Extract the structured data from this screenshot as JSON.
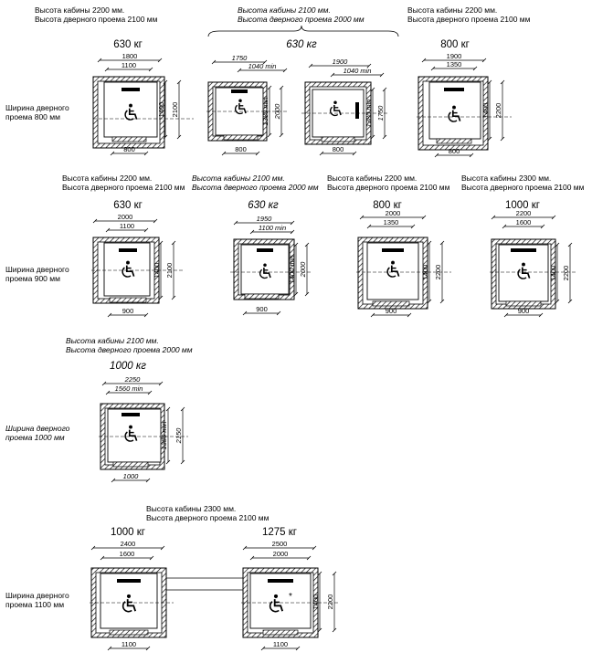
{
  "headers": {
    "r1_left": [
      "Высота кабины 2200 мм.",
      "Высота дверного проема 2100 мм"
    ],
    "r1_mid": [
      "Высота кабины 2100 мм.",
      "Высота дверного проема 2000 мм"
    ],
    "r1_right": [
      "Высота кабины 2200 мм.",
      "Высота дверного проема 2100 мм"
    ],
    "r2_a": [
      "Высота кабины 2200 мм.",
      "Высота дверного проема 2100 мм"
    ],
    "r2_b": [
      "Высота кабины 2100 мм.",
      "Высота дверного проема 2000 мм"
    ],
    "r2_c": [
      "Высота кабины 2200 мм.",
      "Высота дверного проема 2100 мм"
    ],
    "r2_d": [
      "Высота кабины 2300 мм.",
      "Высота дверного проема 2100 мм"
    ],
    "r3": [
      "Высота кабины 2100 мм.",
      "Высота дверного проема 2000 мм"
    ],
    "r4": [
      "Высота кабины 2300 мм.",
      "Высота дверного проема 2100 мм"
    ]
  },
  "row_labels": {
    "r1": [
      "Ширина дверного",
      "проема 800 мм"
    ],
    "r2": [
      "Ширина дверного",
      "проема 900 мм"
    ],
    "r3": [
      "Ширина дверного",
      "проема 1000 мм"
    ],
    "r4": [
      "Ширина дверного",
      "проема 1100 мм"
    ]
  },
  "capacities": {
    "c630a": "630 кг",
    "c630b": "630 кг",
    "c800a": "800 кг",
    "c630c": "630 кг",
    "c630d": "630 кг",
    "c800b": "800 кг",
    "c1000a": "1000 кг",
    "c1000b": "1000 кг",
    "c1000c": "1000 кг",
    "c1275": "1275 кг"
  },
  "dims": {
    "d1800": "1800",
    "d1100": "1100",
    "d1400": "1400",
    "d2100": "2100",
    "d800": "800",
    "d1750": "1750",
    "d1040min": "1040 min",
    "d1380min": "1380 min",
    "d2000": "2000",
    "d1900": "1900",
    "d1350": "1350",
    "d2200": "2200",
    "d900": "900",
    "d1950": "1950",
    "d1100min": "1100 min",
    "d1400min": "1400 min",
    "d1600": "1600",
    "d2250": "2250",
    "d1560min": "1560 min",
    "d2150": "2150",
    "d1000": "1000",
    "d2300": "2300",
    "d2400": "2400",
    "d2500": "2500"
  },
  "icons": [
    "wheelchair-icon",
    "control-panel",
    "plus-sign"
  ]
}
